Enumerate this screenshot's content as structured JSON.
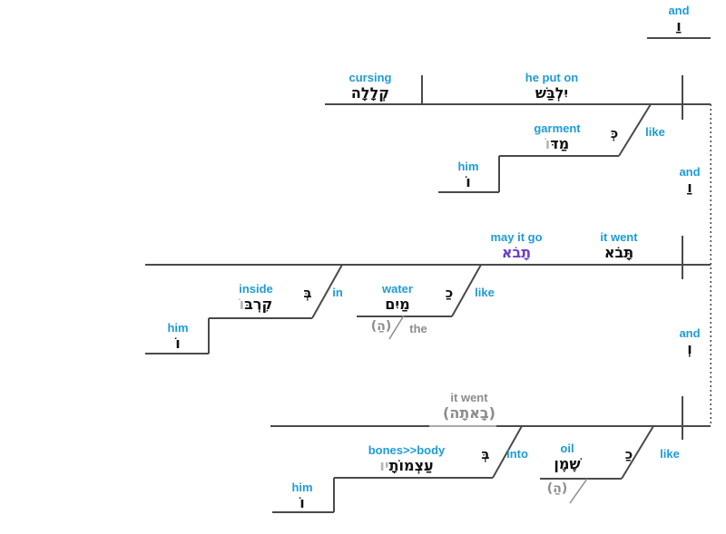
{
  "diagram": {
    "description": "Reed-Kellogg style Hebrew sentence diagram",
    "colors": {
      "label_blue": "#1e9cd7",
      "jussive_purple": "#6b3fc9",
      "elided_gray": "#8c8c8c",
      "suffix_gray": "#b5b5b5",
      "line": "#4a4a4a",
      "elided_line": "#a9a9a9",
      "hebrew_ink": "#111111"
    },
    "top_conjunction": {
      "en": "and",
      "he": "וַ"
    },
    "clause1": {
      "subject": {
        "en": "cursing",
        "he": "קְלָלָה"
      },
      "verb": {
        "en": "he put on",
        "he": "יִלְבַּשׁ"
      },
      "pp_garment": {
        "prep_he": "כְּ",
        "prep_en": "like",
        "noun_en": "garment",
        "noun_he_main": "מַדּ",
        "noun_he_suffix": "וֹ",
        "possessive": {
          "en": "him",
          "he": "וֹ"
        }
      }
    },
    "conjunction_1_2": {
      "en": "and",
      "he": "וַ"
    },
    "clause2": {
      "verb_jussive": {
        "en": "may it go",
        "he": "תָבֹא"
      },
      "verb": {
        "en": "it went",
        "he": "תָּבֹא"
      },
      "pp_inside": {
        "prep_he": "בְּ",
        "prep_en": "in",
        "noun_en": "inside",
        "noun_he_main": "קִרְבּ",
        "noun_he_suffix": "וֹ",
        "possessive": {
          "en": "him",
          "he": "וֹ"
        }
      },
      "pp_water": {
        "prep_he": "כַ",
        "prep_en": "like",
        "noun_en": "water",
        "noun_he": "מַיִם",
        "article_he": "(הַ)",
        "article_en": "the"
      }
    },
    "conjunction_2_3": {
      "en": "and",
      "he": "וְ"
    },
    "clause3": {
      "verb_elided": {
        "en": "it went",
        "he": "(בָאתָה)"
      },
      "pp_bones": {
        "prep_he": "בְּ",
        "prep_en": "into",
        "noun_en_gloss": "bones>>",
        "noun_en_bold": "body",
        "noun_he_main": "עַצְמוֹתָ",
        "noun_he_suffix": "יו",
        "possessive": {
          "en": "him",
          "he": "וֹ"
        }
      },
      "pp_oil": {
        "prep_he": "כַ",
        "prep_en": "like",
        "noun_en": "oil",
        "noun_he": "שֶׁמֶן",
        "article_he": "(הַ)"
      }
    }
  }
}
